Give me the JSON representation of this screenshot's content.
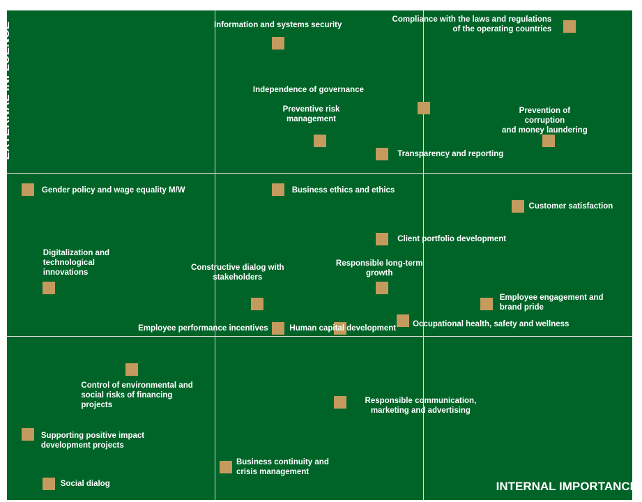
{
  "chart_data": {
    "type": "scatter",
    "xlabel": "INTERNAL IMPORTANCE",
    "ylabel": "EXTERNAL INFLUENCE",
    "xlim": [
      0,
      3
    ],
    "ylim": [
      0,
      3
    ],
    "grid": true,
    "marker_color": "#c49a5e",
    "background_color": "#006428",
    "gridline_color": "#d9d9d9",
    "points": [
      {
        "label": "Information and systems security",
        "x": 1.3,
        "y": 2.8
      },
      {
        "label": "Compliance with the laws and regulations\nof the operating countries",
        "x": 2.7,
        "y": 2.9
      },
      {
        "label": "Independence of governance",
        "x": 2.0,
        "y": 2.4
      },
      {
        "label": "Preventive risk\nmanagement",
        "x": 1.5,
        "y": 2.2
      },
      {
        "label": "Prevention of corruption\nand money laundering",
        "x": 2.6,
        "y": 2.2
      },
      {
        "label": "Transparency and reporting",
        "x": 1.8,
        "y": 2.12
      },
      {
        "label": "Gender policy and wage equality M/W",
        "x": 0.1,
        "y": 1.9
      },
      {
        "label": "Business ethics and ethics",
        "x": 1.3,
        "y": 1.9
      },
      {
        "label": "Customer satisfaction",
        "x": 2.45,
        "y": 1.8
      },
      {
        "label": "Client portfolio development",
        "x": 1.8,
        "y": 1.6
      },
      {
        "label": "Digitalization  and\ntechnological\ninnovations",
        "x": 0.2,
        "y": 1.3
      },
      {
        "label": "Constructive dialog with\nstakeholders",
        "x": 1.2,
        "y": 1.2
      },
      {
        "label": "Responsible long-term\ngrowth",
        "x": 1.8,
        "y": 1.3
      },
      {
        "label": "Human capital development",
        "x": 1.6,
        "y": 1.05
      },
      {
        "label": "Employee engagement and\nbrand pride",
        "x": 2.3,
        "y": 1.2
      },
      {
        "label": "Employee performance incentives",
        "x": 1.3,
        "y": 1.05
      },
      {
        "label": "Occupational health, safety and wellness",
        "x": 1.9,
        "y": 1.1
      },
      {
        "label": "Control of environmental and\nsocial risks of financing\nprojects",
        "x": 0.6,
        "y": 0.8
      },
      {
        "label": "Responsible communication,\nmarketing and advertising",
        "x": 1.6,
        "y": 0.6
      },
      {
        "label": "Supporting positive impact\ndevelopment projects",
        "x": 0.1,
        "y": 0.4
      },
      {
        "label": "Business continuity and\ncrisis management",
        "x": 1.05,
        "y": 0.2
      },
      {
        "label": "Social dialog",
        "x": 0.2,
        "y": 0.1
      }
    ]
  }
}
